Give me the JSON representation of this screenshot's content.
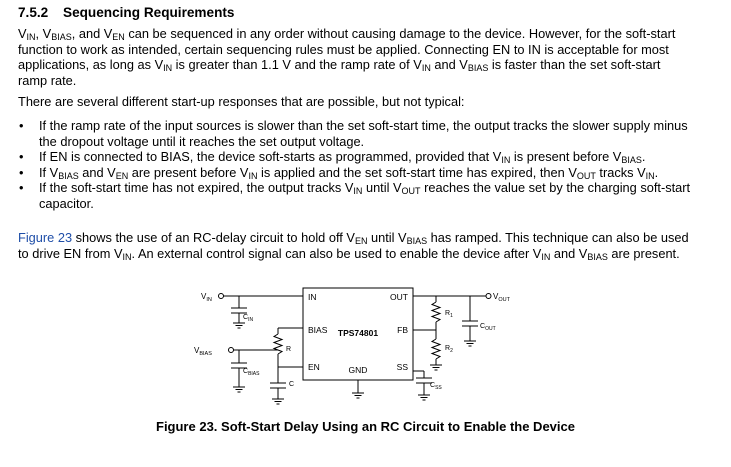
{
  "section": {
    "number": "7.5.2",
    "title": "Sequencing Requirements"
  },
  "paragraph1": {
    "t1": "V",
    "s1": "IN",
    "t2": ", V",
    "s2": "BIAS",
    "t3": ", and V",
    "s3": "EN",
    "t4": " can be sequenced in any order without causing damage to the device. However, for the soft-start function to work as intended, certain sequencing rules must be applied. Connecting EN to IN is acceptable for most applications, as long as V",
    "s4": "IN",
    "t5": " is greater than 1.1 V and the ramp rate of V",
    "s5": "IN",
    "t6": " and V",
    "s6": "BIAS",
    "t7": " is faster than the set soft-start ramp rate."
  },
  "paragraph2": "There are several different start-up responses that are possible, but not typical:",
  "bullet_marker": "•",
  "bullets": {
    "b1": {
      "t1": "If the ramp rate of the input sources is slower than the set soft-start time, the output tracks the slower supply minus the dropout voltage until it reaches the set output voltage."
    },
    "b2": {
      "t1": "If EN is connected to BIAS, the device soft-starts as programmed, provided that V",
      "s1": "IN",
      "t2": " is present before V",
      "s2": "BIAS",
      "t3": "."
    },
    "b3": {
      "t1": "If V",
      "s1": "BIAS",
      "t2": " and V",
      "s2": "EN",
      "t3": " are present before V",
      "s3": "IN",
      "t4": " is applied and the set soft-start time has expired, then V",
      "s4": "OUT",
      "t5": " tracks V",
      "s5": "IN",
      "t6": "."
    },
    "b4": {
      "t1": "If the soft-start time has not expired, the output tracks V",
      "s1": "IN",
      "t2": " until V",
      "s2": "OUT",
      "t3": " reaches the value set by the charging soft-start capacitor."
    }
  },
  "paragraph3": {
    "link": "Figure 23",
    "t1": " shows the use of an RC-delay circuit to hold off V",
    "s1": "EN",
    "t2": " until V",
    "s2": "BIAS",
    "t3": " has ramped. This technique can also be used to drive EN from V",
    "s3": "IN",
    "t4": ". An external control signal can also be used to enable the device after V",
    "s4": "IN",
    "t5": " and V",
    "s5": "BIAS",
    "t6": " are present."
  },
  "schematic": {
    "chip": "TPS74801",
    "pins": {
      "in": "IN",
      "out": "OUT",
      "bias": "BIAS",
      "fb": "FB",
      "en": "EN",
      "gnd": "GND",
      "ss": "SS"
    },
    "vin": {
      "v": "V",
      "sub": "IN"
    },
    "vbias": {
      "v": "V",
      "sub": "BIAS"
    },
    "vout": {
      "v": "V",
      "sub": "OUT"
    },
    "cin": {
      "c": "C",
      "sub": "IN"
    },
    "cbias": {
      "c": "C",
      "sub": "BIAS"
    },
    "cout": {
      "c": "C",
      "sub": "OUT"
    },
    "css": {
      "c": "C",
      "sub": "SS"
    },
    "r": "R",
    "c": "C",
    "r1": {
      "r": "R",
      "sub": "1"
    },
    "r2": {
      "r": "R",
      "sub": "2"
    }
  },
  "caption": "Figure 23. Soft-Start Delay Using an RC Circuit to Enable the Device"
}
